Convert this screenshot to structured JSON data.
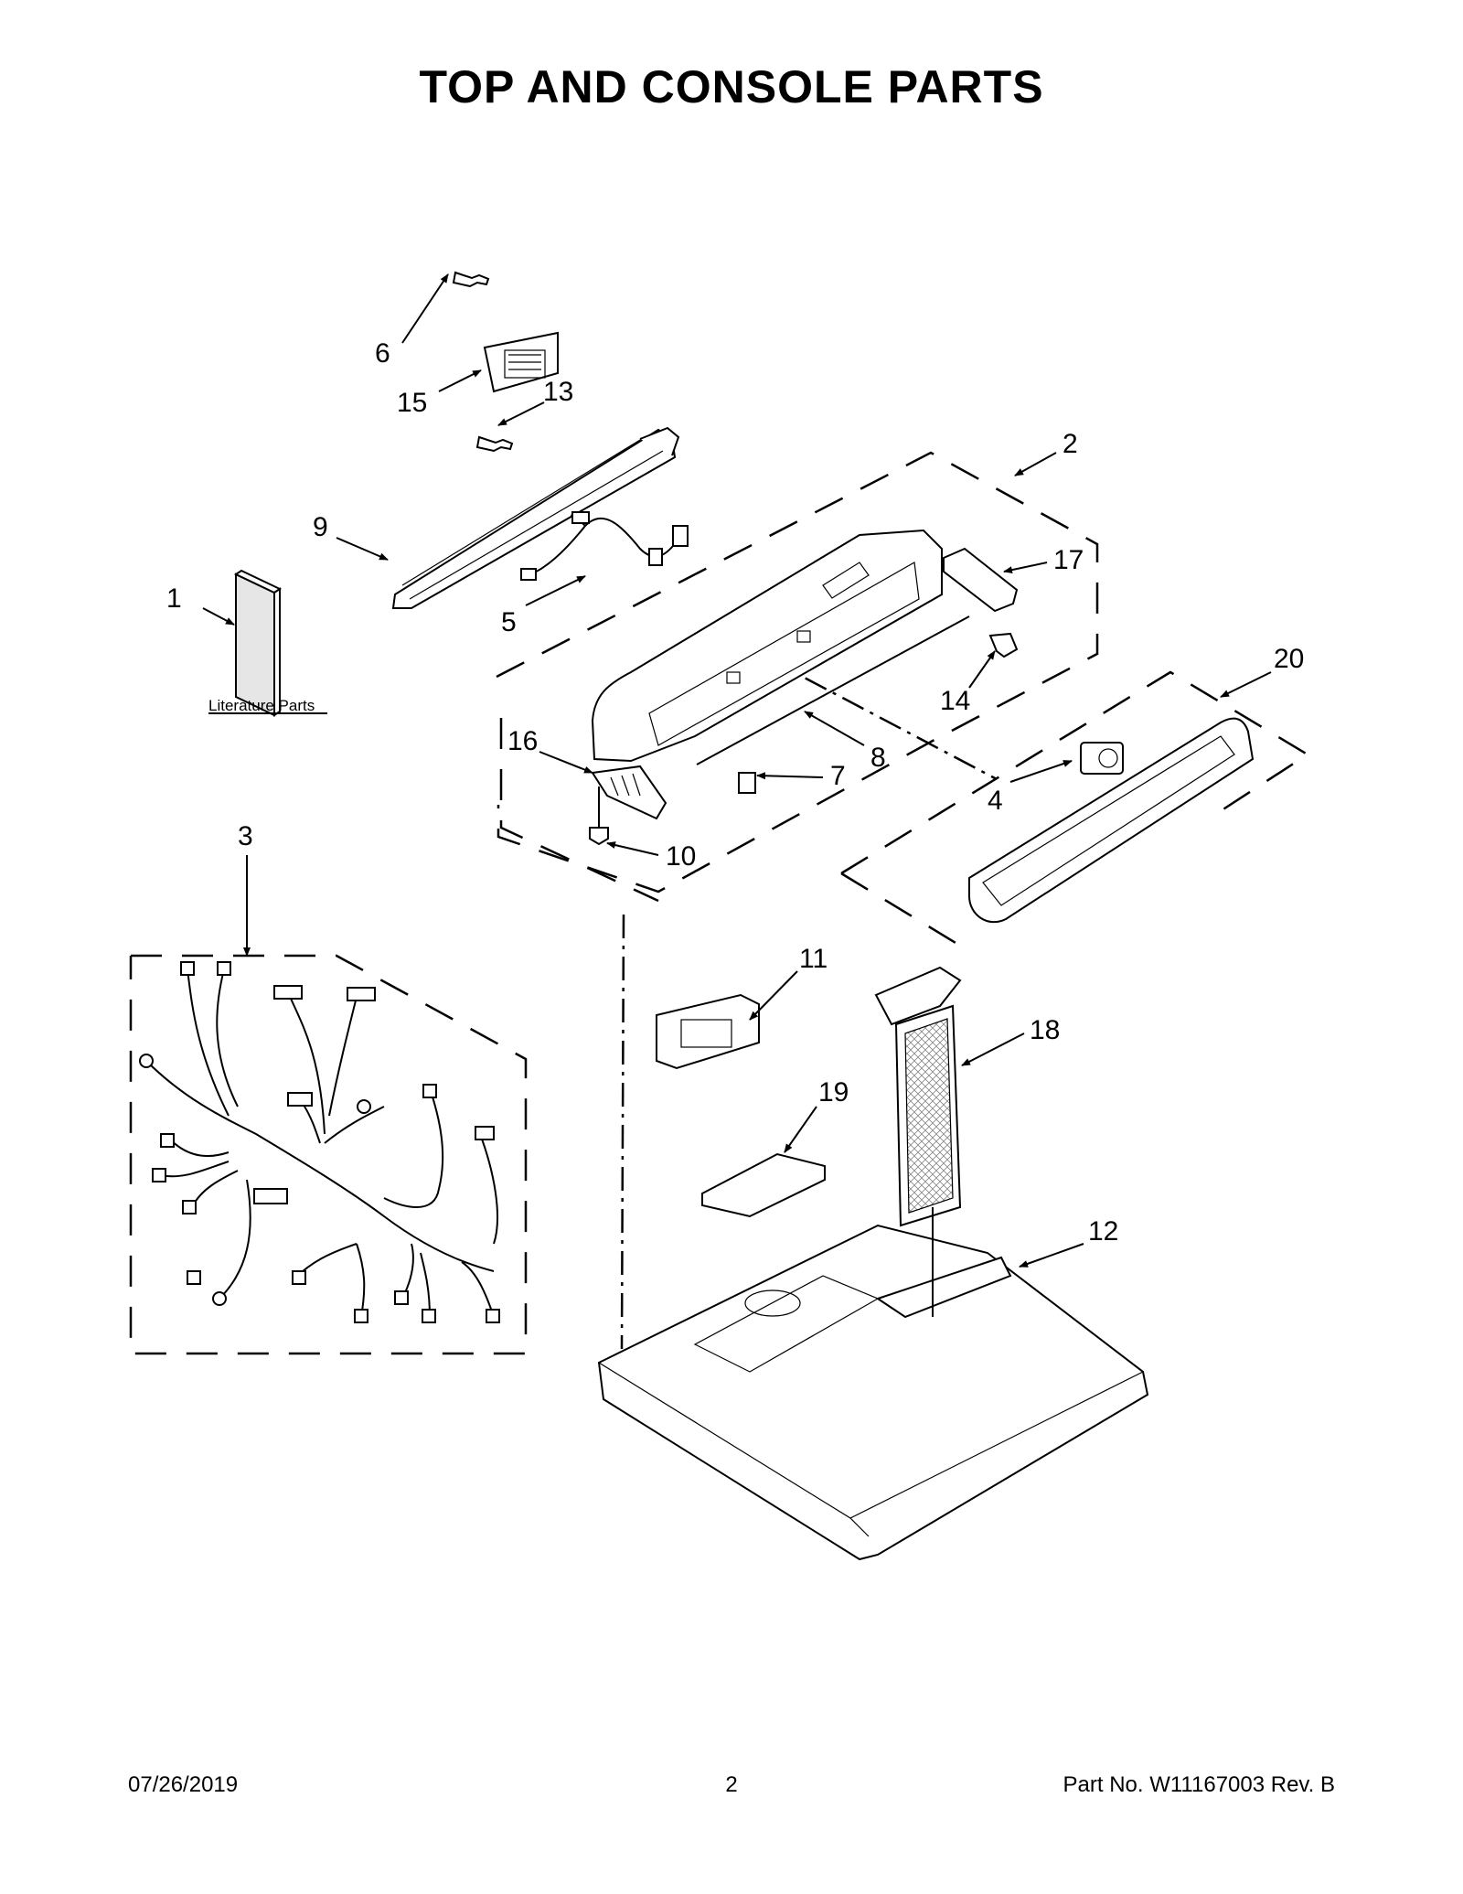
{
  "page": {
    "title": "TOP AND CONSOLE PARTS",
    "footer": {
      "date": "07/26/2019",
      "page_number": "2",
      "part_no": "Part No.  W11167003  Rev.  B"
    }
  },
  "diagram": {
    "literature_label": "Literature Parts",
    "callouts": {
      "c1": "1",
      "c2": "2",
      "c3": "3",
      "c4": "4",
      "c5": "5",
      "c6": "6",
      "c7": "7",
      "c8": "8",
      "c9": "9",
      "c10": "10",
      "c11": "11",
      "c12": "12",
      "c13": "13",
      "c14": "14",
      "c15": "15",
      "c16": "16",
      "c17": "17",
      "c18": "18",
      "c19": "19",
      "c20": "20"
    }
  }
}
